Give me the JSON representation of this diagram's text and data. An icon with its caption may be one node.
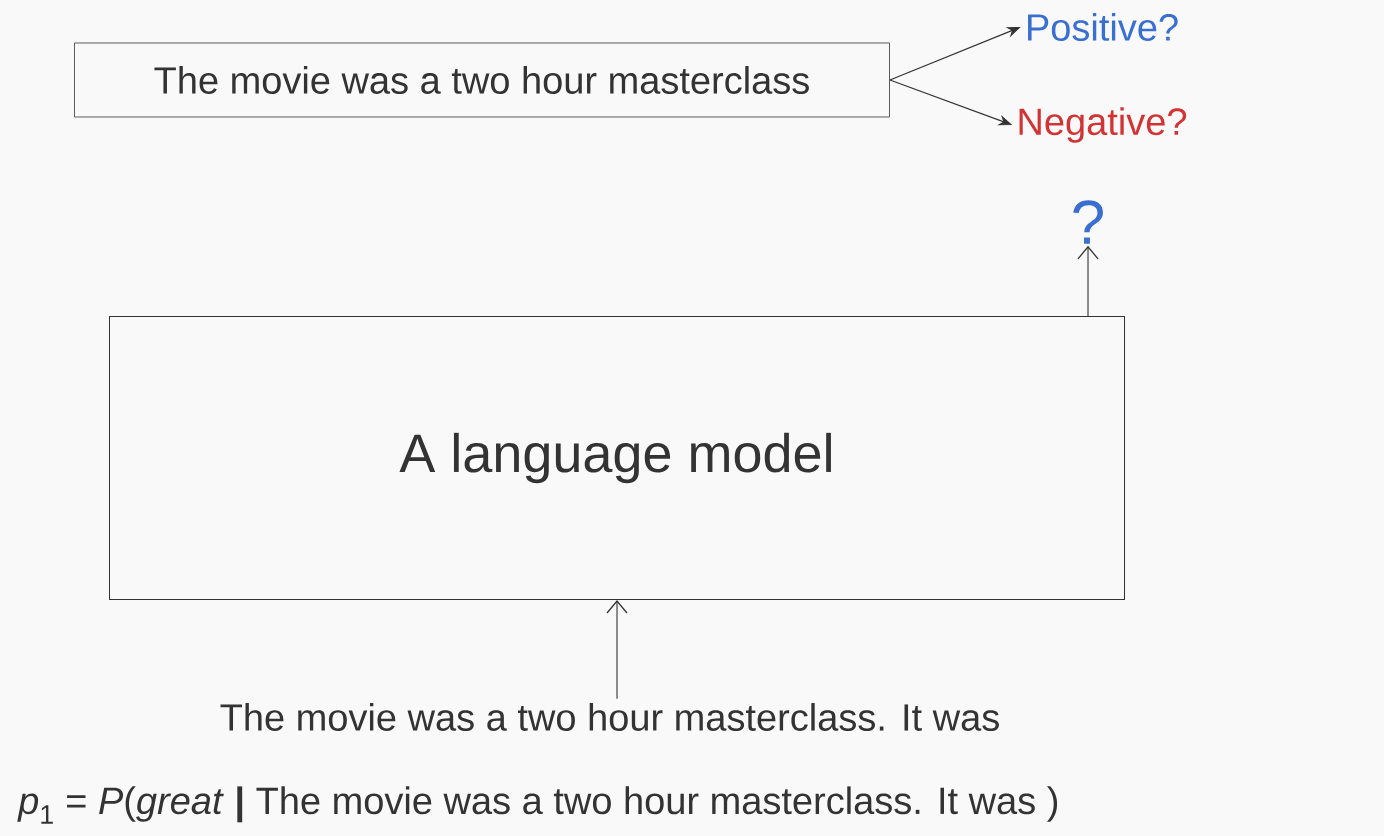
{
  "diagram": {
    "nodes": [
      {
        "text": [
          "The movie was a two hour masterclass"
        ]
      },
      {
        "text": [
          "Positive?"
        ]
      },
      {
        "text": [
          "Negative?"
        ]
      },
      {
        "text": [
          "?"
        ]
      },
      {
        "text": [
          "A language model"
        ]
      },
      {
        "text": [
          "The movie was a two hour masterclass. It was"
        ]
      }
    ],
    "edges": [
      {
        "from": 0,
        "to": 1,
        "arrow": "to"
      },
      {
        "from": 0,
        "to": 2,
        "arrow": "to"
      },
      {
        "from": 4,
        "to": 3,
        "arrow": "to"
      },
      {
        "from": 5,
        "to": 4,
        "arrow": "to"
      }
    ],
    "labels": [
      "*p*$_{1}$ = *P*(*great* **|** The movie was a two hour masterclass. It was )"
    ]
  }
}
